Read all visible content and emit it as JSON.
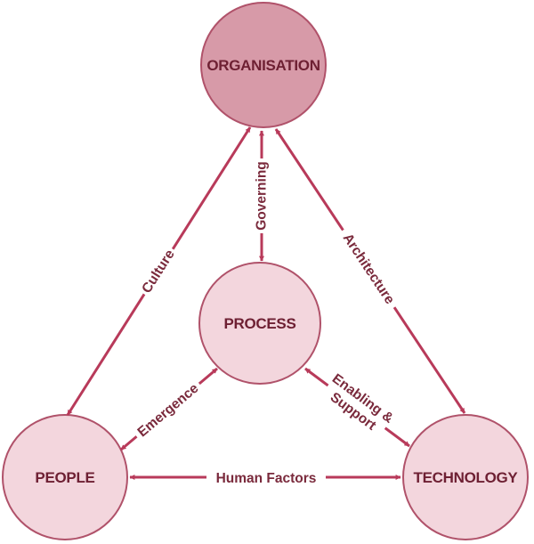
{
  "colors": {
    "circle_top_fill": "#d79aa8",
    "circle_fill": "#f3d6dd",
    "circle_stroke": "#b0526a",
    "arrow": "#b83a5a",
    "text": "#6e2033"
  },
  "nodes": {
    "organisation": "ORGANISATION",
    "process": "PROCESS",
    "people": "PEOPLE",
    "technology": "TECHNOLOGY"
  },
  "edges": {
    "culture": "Culture",
    "governing": "Governing",
    "architecture": "Architecture",
    "emergence": "Emergence",
    "enabling_line1": "Enabling &",
    "enabling_line2": "Support",
    "human_factors": "Human Factors"
  }
}
